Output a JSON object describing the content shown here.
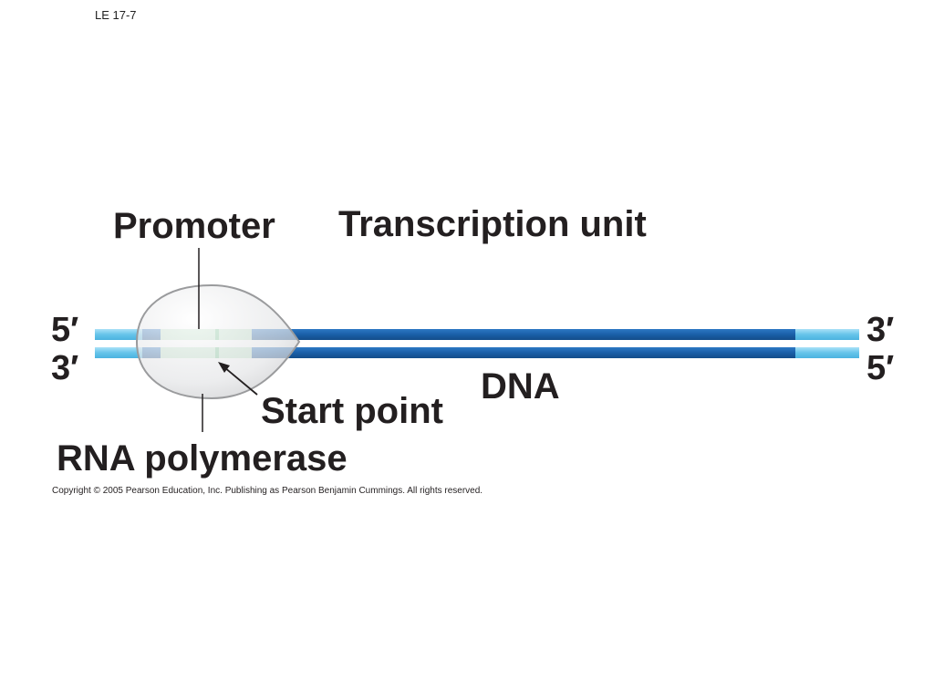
{
  "slide_id": "LE 17-7",
  "labels": {
    "promoter": "Promoter",
    "transcription_unit": "Transcription unit",
    "five_prime_top": "5′",
    "three_prime_bottom_left": "3′",
    "three_prime_top_right": "3′",
    "five_prime_bottom_right": "5′",
    "dna": "DNA",
    "start_point": "Start point",
    "rna_polymerase": "RNA polymerase"
  },
  "copyright": "Copyright © 2005 Pearson Education, Inc. Publishing as Pearson Benjamin Cummings. All rights reserved.",
  "colors": {
    "dna_strand": "#1a5fa8",
    "dna_strand_light": "#66c4ea",
    "promoter_region": "#bfe3c8",
    "polymerase_fill": "#e8e9eb",
    "polymerase_stroke": "#9a9b9d"
  }
}
